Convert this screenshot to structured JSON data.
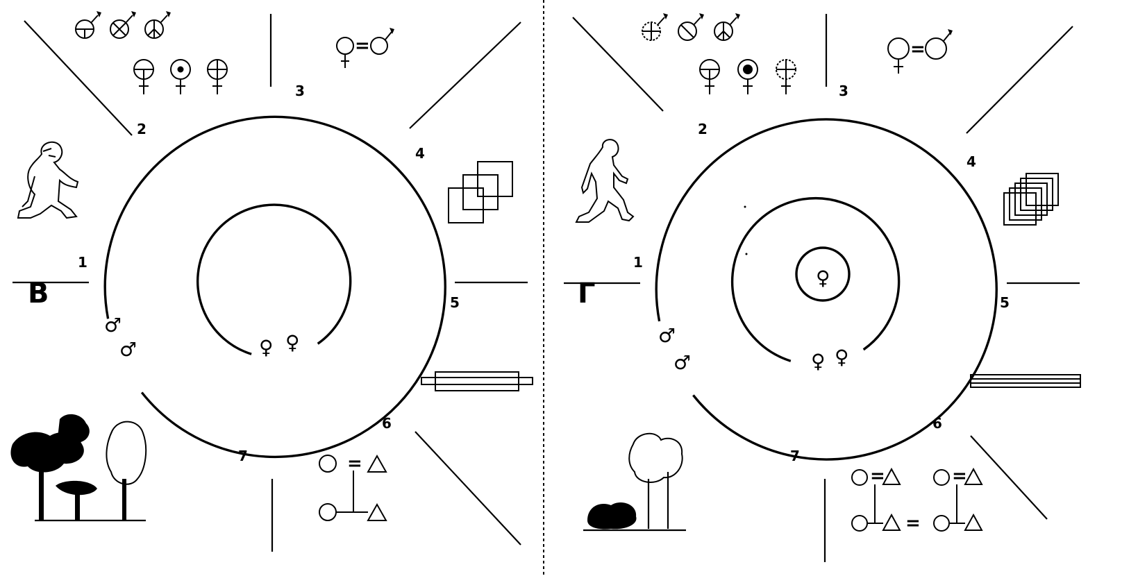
{
  "panels": [
    {
      "letter": "В",
      "sector_numbers": [
        "1",
        "2",
        "3",
        "4",
        "5",
        "6",
        "7"
      ],
      "male_symbol": "♂",
      "female_symbol": "♀",
      "equals": "="
    },
    {
      "letter": "Г",
      "sector_numbers": [
        "1",
        "2",
        "3",
        "4",
        "5",
        "6",
        "7"
      ],
      "male_symbol": "♂",
      "female_symbol": "♀",
      "equals": "="
    }
  ],
  "colors": {
    "ink": "#000000",
    "paper": "#ffffff"
  },
  "icons": {
    "hominid": [
      "stooped-ape-figure",
      "walking-hominid-figure"
    ],
    "habitat": [
      "woodland-trees-icon",
      "open-woodland-shrubs-icon"
    ],
    "territory": [
      "overlapping-squares-icon",
      "stacked-squares-icon"
    ],
    "kinship_marker": [
      "circle-kin-icon",
      "triangle-kin-icon"
    ]
  }
}
